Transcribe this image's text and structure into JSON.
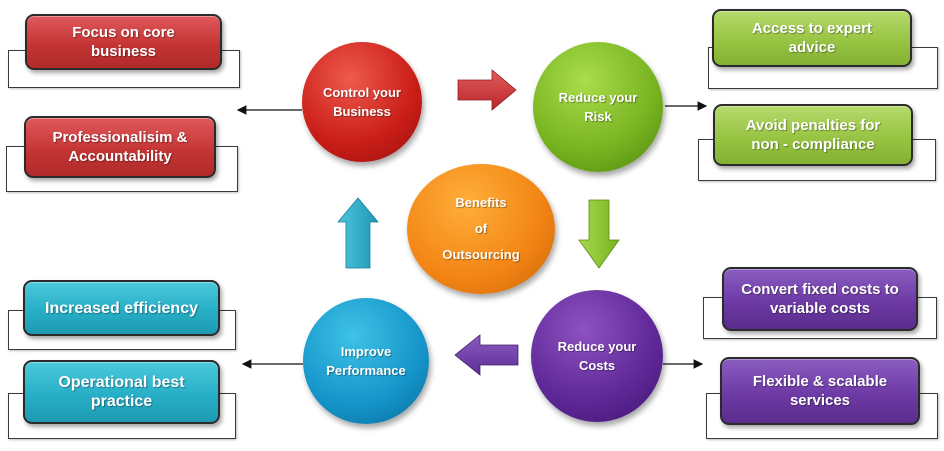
{
  "center": {
    "label": "Benefits\nof\nOutsourcing"
  },
  "cycle": {
    "control": "Control your\nBusiness",
    "risk": "Reduce your\nRisk",
    "costs": "Reduce  your\nCosts",
    "performance": "Improve\nPerformance"
  },
  "left_top": {
    "focus": "Focus on core\nbusiness",
    "professionalism": "Professionalisim &\nAccountability"
  },
  "right_top": {
    "expert": "Access to expert\nadvice",
    "penalties": "Avoid penalties  for\nnon - compliance"
  },
  "left_bottom": {
    "efficiency": "Increased efficiency",
    "best_practice": "Operational best\npractice"
  },
  "right_bottom": {
    "convert": "Convert fixed costs to\nvariable costs",
    "flexible": "Flexible & scalable\nservices"
  },
  "colors": {
    "red": "#c53535",
    "green": "#98c443",
    "cyan": "#27afc7",
    "purple": "#6e3aa5",
    "orange": "#f28414"
  }
}
